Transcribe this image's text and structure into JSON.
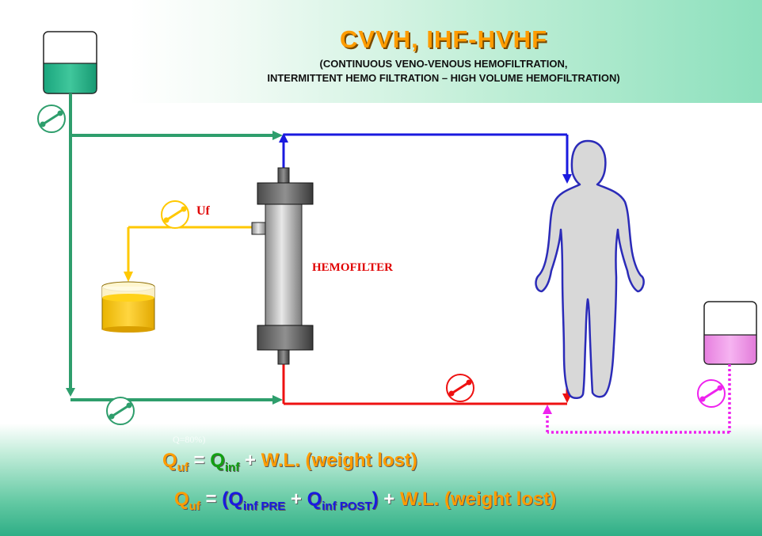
{
  "header": {
    "title": "CVVH,  IHF-HVHF",
    "subtitle_line1": "(CONTINUOUS VENO-VENOUS HEMOFILTRATION,",
    "subtitle_line2": "INTERMITTENT HEMO FILTRATION – HIGH VOLUME HEMOFILTRATION)"
  },
  "labels": {
    "uf": "Uf",
    "hemofilter": "HEMOFILTER",
    "faint_text": "Q=80%)"
  },
  "equations": {
    "eq1": {
      "q": "Q",
      "q_sub": "uf",
      "equals": "=",
      "qinf": "Q",
      "qinf_sub": "inf",
      "plus": "+",
      "wl": "W.L. (weight lost)"
    },
    "eq2": {
      "q": "Q",
      "q_sub": "uf",
      "equals": "=",
      "open_paren": "(",
      "qinf_pre": "Q",
      "qinf_pre_sub": "inf  PRE",
      "plus_inner": "+",
      "qinf_post": "Q",
      "qinf_post_sub": "inf  POST",
      "close_paren": ")",
      "plus": "+",
      "wl": "W.L. (weight lost)"
    }
  },
  "colors": {
    "replacement_line": "#2e9e6c",
    "ultrafiltrate_line": "#ffc800",
    "venous_return": "#1a1adf",
    "arterial_access": "#ee1111",
    "dialysate_line": "#ee22ee",
    "eq_orange": "#ff9c00",
    "eq_green": "#12a012",
    "eq_blue": "#1a1adf",
    "label_red": "#e00000"
  },
  "icons": {
    "pump": "pump-icon",
    "infusion_bag": "infusion-bag-icon",
    "patient": "patient-silhouette-icon",
    "collection_jar": "collection-jar-icon",
    "hemofilter": "hemofilter-cartridge-icon"
  }
}
